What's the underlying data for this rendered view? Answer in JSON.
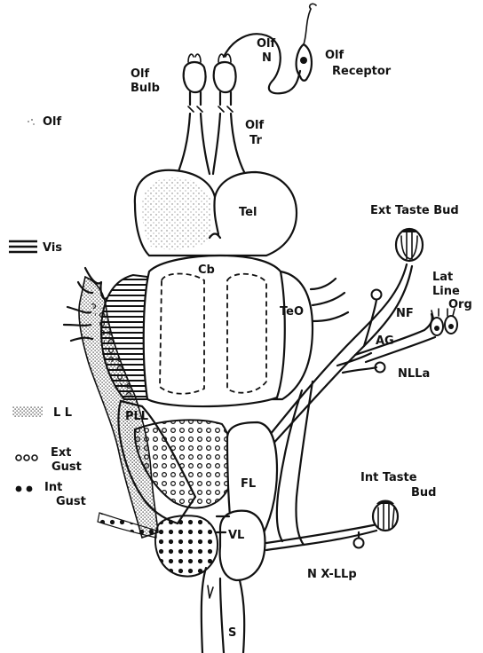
{
  "labels": {
    "olf_n": [
      "Olf",
      "N"
    ],
    "olf_receptor": [
      "Olf",
      "Receptor"
    ],
    "olf_bulb": [
      "Olf",
      "Bulb"
    ],
    "olf_tr": [
      "Olf",
      "Tr"
    ],
    "tel": "Tel",
    "cb": "Cb",
    "teo": "TeO",
    "pll": "PLL",
    "fl": "FL",
    "vl": "VL",
    "s": "S",
    "ext_taste_bud": "Ext Taste Bud",
    "lat_line_org": [
      "Lat",
      "Line",
      "Org"
    ],
    "nf": "NF",
    "ag": "AG",
    "nlla": "NLLa",
    "int_taste_bud": [
      "Int Taste",
      "Bud"
    ],
    "nx_llp": "N X-LLp"
  },
  "legend": {
    "olf": "Olf",
    "vis": "Vis",
    "ll": "L L",
    "ext_gust": [
      "Ext",
      "Gust"
    ],
    "int_gust": [
      "Int",
      "Gust"
    ]
  },
  "colors": {
    "ink": "#111111",
    "background": "#ffffff"
  }
}
